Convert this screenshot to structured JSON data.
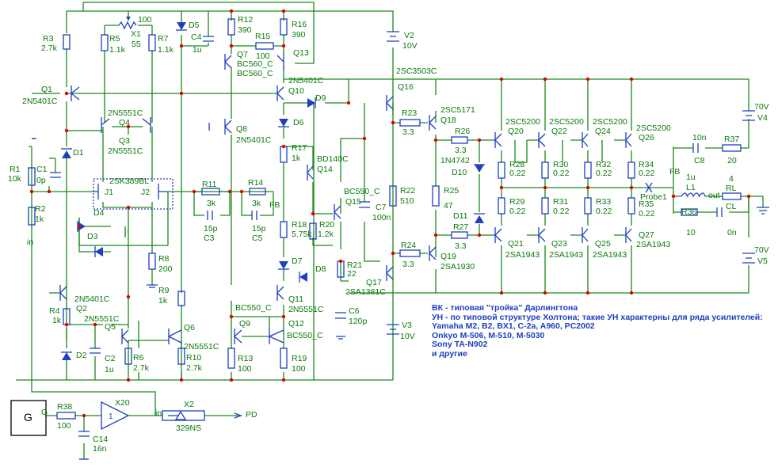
{
  "labels": {
    "r3": "R3",
    "r3v": "2.7k",
    "r5": "R5",
    "r5v": "1.1k",
    "x1": "X1",
    "x1v": "55",
    "x1t": "100",
    "r7": "R7",
    "r7v": "1.1k",
    "d5": "D5",
    "c4": "C4",
    "c4v": "1u",
    "r12": "R12",
    "r12v": "390",
    "r15": "R15",
    "r15v": "100",
    "r16": "R16",
    "r16v": "390",
    "q7": "Q7",
    "q7m1": "BC560_C",
    "q7m2": "BC560_C",
    "q13": "Q13",
    "v2": "V2",
    "v2v": "10V",
    "q1": "Q1",
    "q1m": "2N5401C",
    "q4m": "2N5551C",
    "q4": "Q4",
    "q3": "Q3",
    "q3m": "2N5551C",
    "q10m": "2N5401C",
    "q10": "Q10",
    "d9": "D9",
    "q16m": "2SC3503C",
    "q16": "Q16",
    "d6": "D6",
    "q8": "Q8",
    "q8m": "2N5401C",
    "d1": "D1",
    "r1": "R1",
    "r1v": "10k",
    "c1": "C1",
    "c1v": "0p",
    "j1m": "2SK389BL",
    "j1": "J1",
    "j2": "J2",
    "r11": "R11",
    "r11v": "3k",
    "r14": "R14",
    "r14v": "3k",
    "fb1": "FB",
    "c3v": "15p",
    "c3": "C3",
    "c5v": "15p",
    "c5": "C5",
    "r2": "R2",
    "r2v": "1k",
    "d4": "D4",
    "d3": "D3",
    "r8": "R8",
    "r8v": "200",
    "r9": "R9",
    "r9v": "1k",
    "in1": "in",
    "r17": "R17",
    "r17v": "1k",
    "q14m": "BD140C",
    "q14": "Q14",
    "q15m": "BC550_C",
    "q15": "Q15",
    "r18": "R18",
    "r18v": "5.75k",
    "r20": "R20",
    "r20v": "1.2k",
    "c7": "C7",
    "c7v": "100n",
    "r22": "R22",
    "r22v": "510",
    "r23": "R23",
    "r23v": "3.3",
    "q18m": "2SC5171",
    "q18": "Q18",
    "r26": "R26",
    "r26v": "3.3",
    "d10m": "1N4742",
    "d10": "D10",
    "r25": "R25",
    "r25v": "47",
    "d11": "D11",
    "r27": "R27",
    "r27v": "3.3",
    "r24": "R24",
    "r24v": "3.3",
    "q19": "Q19",
    "q19m": "2SA1930",
    "d7": "D7",
    "d8": "D8",
    "r21": "R21",
    "r21v": "22",
    "q17": "Q17",
    "q17m": "2SA1381C",
    "c6": "C6",
    "c6v": "120p",
    "v3": "V3",
    "v3v": "10V",
    "q20m": "2SC5200",
    "q20": "Q20",
    "q22m": "2SC5200",
    "q22": "Q22",
    "q24m": "2SC5200",
    "q24": "Q24",
    "q26m": "2SC5200",
    "q26": "Q26",
    "r28": "R28",
    "r28v": "0.22",
    "r30": "R30",
    "r30v": "0.22",
    "r32": "R32",
    "r32v": "0.22",
    "r34": "R34",
    "r34v": "0.22",
    "r29": "R29",
    "r29v": "0.22",
    "r31": "R31",
    "r31v": "0.22",
    "r33": "R33",
    "r33v": "0.22",
    "r35": "R35",
    "r35v": "0.22",
    "q21": "Q21",
    "q21m": "2SA1943",
    "q23": "Q23",
    "q23m": "2SA1943",
    "q25": "Q25",
    "q25m": "2SA1943",
    "q27": "Q27",
    "q27m": "2SA1943",
    "c8v": "10n",
    "c8": "C8",
    "r37": "R37",
    "r37v": "20",
    "v4v": "70V",
    "v4": "V4",
    "fb2": "FB",
    "l1v": "1u",
    "l1": "L1",
    "rlv": "4",
    "rl": "RL",
    "probe": "Probe1",
    "out": "out",
    "r36": "R36",
    "r36v": "10",
    "cl": "CL",
    "clv": "0n",
    "v5v": "70V",
    "v5": "V5",
    "q2m": "2N5401C",
    "q2": "Q2",
    "r4": "R4",
    "r4v": "1k",
    "q5m": "2N5551C",
    "q5": "Q5",
    "q6": "Q6",
    "q6m": "2N5551C",
    "d2": "D2",
    "c2": "C2",
    "c2v": "1u",
    "r6": "R6",
    "r6v": "2.7k",
    "r10": "R10",
    "r10v": "2.7k",
    "q9m": "BC550_C",
    "q9": "Q9",
    "q11": "Q11",
    "q11m": "2N5551C",
    "q12": "Q12",
    "q12m": "BC550_C",
    "r13": "R13",
    "r13v": "100",
    "r19": "R19",
    "r19v": "100",
    "g": "G",
    "g2": "G",
    "r38": "R38",
    "r38v": "100",
    "x20": "X20",
    "x20v": "1",
    "in2": "in",
    "x2": "X2",
    "x2v": "329NS",
    "pd": "PD",
    "c14": "C14",
    "c14v": "16n"
  },
  "notes": [
    "ВК - типовая \"тройка\" Дарлингтона",
    "УН - по типовой структуре Холтона; такие УН характерны для ряда усилителей:",
    "Yamaha M2, B2, BX1, C-2a, A960, PC2002",
    "Onkyo M-506, M-510, M-5030",
    "Sony TA-N902",
    "и другие"
  ]
}
